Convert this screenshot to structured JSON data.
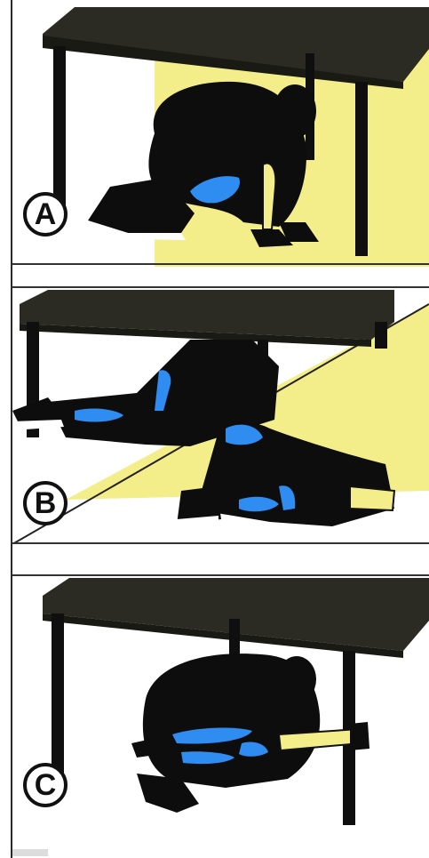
{
  "panels": [
    {
      "id": "a",
      "label": "A"
    },
    {
      "id": "b",
      "label": "B"
    },
    {
      "id": "c",
      "label": "C"
    }
  ],
  "colors": {
    "table": "#2b2b24",
    "figure": "#0d0d0d",
    "accent_blue": "#2f8cf0",
    "accent_yellow": "#f4ee8a",
    "lines": "#222222",
    "background": "#ffffff"
  }
}
